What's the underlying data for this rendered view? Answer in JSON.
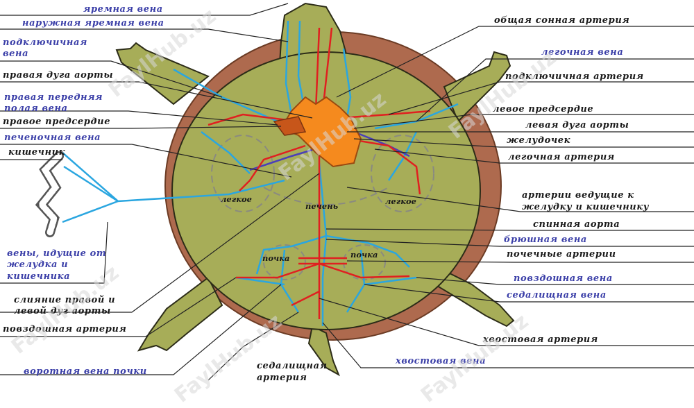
{
  "labels": {
    "jugular_vein": "яремная вена",
    "external_jugular_vein": "наружная яремная вена",
    "subclavian_vein": [
      "подключичная",
      "вена"
    ],
    "right_aortic_arch": "правая дуга аорты",
    "right_anterior_vena_cava": [
      "правая передняя",
      "полая вена"
    ],
    "right_atrium": "правое предсердие",
    "hepatic_vein": "печеночная вена",
    "intestine": "кишечник",
    "veins_from_stomach": [
      "вены, идущие от",
      "желудка и",
      "кишечника"
    ],
    "aortic_arch_junction": [
      "слияние правой и",
      "левой дуг аорты"
    ],
    "iliac_artery": "повздошная артерия",
    "renal_portal_vein": "воротная вена почки",
    "sciatic_artery": [
      "седалищная",
      "артерия"
    ],
    "common_carotid_artery": "общая сонная артерия",
    "pulmonary_vein": "легочная вена",
    "subclavian_artery": "подключичная артерия",
    "left_atrium": "левое предсердие",
    "left_aortic_arch": "левая дуга аорты",
    "ventricle": "желудочек",
    "pulmonary_artery": "легочная артерия",
    "arteries_to_stomach": [
      "артерии ведущие к",
      "желудку и кишечнику"
    ],
    "dorsal_aorta": "спинная аорта",
    "abdominal_vein": "брюшная вена",
    "renal_arteries": "почечные артерии",
    "iliac_vein": "повздошная вена",
    "sciatic_vein": "седалищная вена",
    "caudal_artery": "хвостовая артерия",
    "caudal_vein": "хвостовая вена"
  },
  "organs": {
    "lung_left": "легкое",
    "liver": "печень",
    "lung_right": "легкое",
    "kidney_left": "почка",
    "kidney_right": "почка"
  },
  "watermark": "FaylHub.uz",
  "colors": {
    "body": "#a7ad58",
    "shell": "#ae6a4e",
    "artery": "#e02020",
    "vein": "#2aa6e0",
    "deep_vein": "#4a3fb8",
    "heart": "#f58a1e",
    "lead_line": "#222222",
    "blue_text": "#3b3fa8"
  }
}
